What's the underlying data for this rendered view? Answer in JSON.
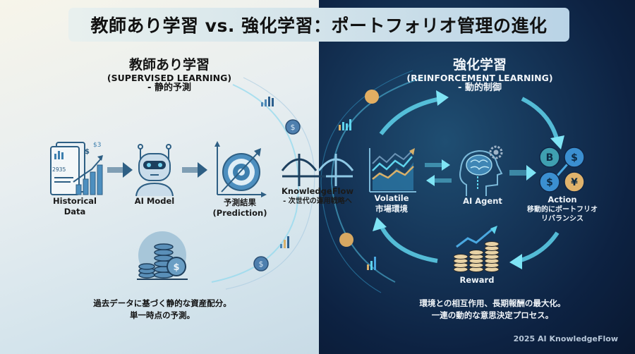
{
  "title": "教師あり学習 vs. 強化学習：ポートフォリオ管理の進化",
  "left_panel": {
    "heading": "教師あり学習",
    "heading_en": "(SUPERVISED LEARNING)",
    "tagline": "- 静的予測",
    "flow": [
      {
        "icon": "historical-data-chart-icon",
        "label_line1": "Historical",
        "label_line2": "Data"
      },
      {
        "icon": "robot-icon",
        "label_line1": "AI Model",
        "label_line2": ""
      },
      {
        "icon": "target-arrow-icon",
        "label_line1": "予測結果",
        "label_line2": "(Prediction)"
      }
    ],
    "chart_labels": {
      "value1": "$",
      "value2": "$3",
      "value3": "2935"
    },
    "static_asset_icon": "coin-stack-icon",
    "description_line1": "過去データに基づく静的な資産配分。",
    "description_line2": "単一時点の予測。"
  },
  "center_bridge": {
    "icon": "bridge-icon",
    "label_line1": "KnowledgeFlow",
    "label_line2": "- 次世代の運用戦略へ"
  },
  "right_panel": {
    "heading": "強化学習",
    "heading_en": "(REINFORCEMENT LEARNING)",
    "tagline": "- 動的制御",
    "nodes": {
      "environment": {
        "icon": "volatile-market-chart-icon",
        "label_line1": "Volatile",
        "label_line2": "市場環境"
      },
      "agent": {
        "icon": "brain-gear-head-icon",
        "label_line1": "AI Agent"
      },
      "action": {
        "icon": "currency-coins-icon",
        "label_line1": "Action",
        "label_line2": "移動的にポートフリオ",
        "label_line3": "リバランシス",
        "coins": [
          "B",
          "$",
          "$",
          "¥"
        ]
      },
      "reward": {
        "icon": "reward-coins-growth-icon",
        "label_line1": "Reward"
      }
    },
    "description_line1": "環境との相互作用、長期報酬の最大化。",
    "description_line2": "一連の動的な意思決定プロセス。"
  },
  "footer": "2025 AI KnowledgeFlow",
  "colors": {
    "left_bg": "#e6eef0",
    "right_bg": "#0f2646",
    "accent_cyan": "#5fd3ec",
    "icon_blue": "#2e5f84",
    "coin_gold": "#d8b06a",
    "title_text": "#111111"
  }
}
